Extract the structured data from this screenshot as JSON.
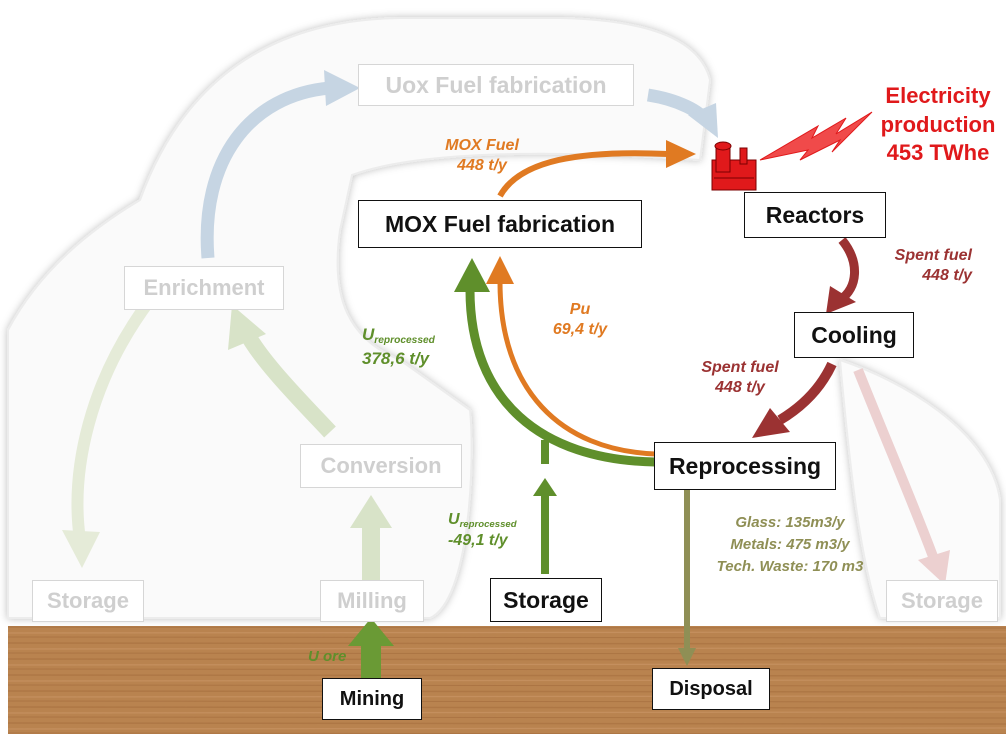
{
  "colors": {
    "ground": "#b8824f",
    "electric": "#e0191b",
    "mox": "#e07a22",
    "uranium": "#5f8f2b",
    "spent": "#9b3232",
    "waste": "#8f8f55",
    "faded_blue": "#c6d5e3",
    "faded_green": "#d8e3c8",
    "faded_pink": "#ecd0d0"
  },
  "icons": {
    "reactor": "reactor-plant-icon",
    "lightning": "lightning-bolt-icon"
  },
  "nodes": {
    "uox_fab": "Uox Fuel fabrication",
    "enrichment": "Enrichment",
    "conversion": "Conversion",
    "storage_left": "Storage",
    "milling": "Milling",
    "mining": "Mining",
    "mox_fab": "MOX Fuel fabrication",
    "reactors": "Reactors",
    "cooling": "Cooling",
    "reprocessing": "Reprocessing",
    "storage_mid": "Storage",
    "disposal": "Disposal",
    "storage_right": "Storage"
  },
  "electricity": {
    "line1": "Electricity",
    "line2": "production",
    "line3": "453 TWhe"
  },
  "flows": {
    "mox_fuel": {
      "label": "MOX Fuel",
      "value": "448 t/y"
    },
    "spent_fuel_1": {
      "label": "Spent fuel",
      "value": "448 t/y"
    },
    "spent_fuel_2": {
      "label": "Spent fuel",
      "value": "448 t/y"
    },
    "pu": {
      "label": "Pu",
      "value": "69,4 t/y"
    },
    "u_reprocessed_1": {
      "label_main": "U",
      "label_sub": "reprocessed",
      "value": "378,6 t/y"
    },
    "u_reprocessed_2": {
      "label_main": "U",
      "label_sub": "reprocessed",
      "value": "-49,1 t/y"
    },
    "u_ore": {
      "label": "U ore"
    }
  },
  "waste": {
    "glass": "Glass: 135m3/y",
    "metals": "Metals: 475 m3/y",
    "tech": "Tech. Waste: 170 m3"
  }
}
